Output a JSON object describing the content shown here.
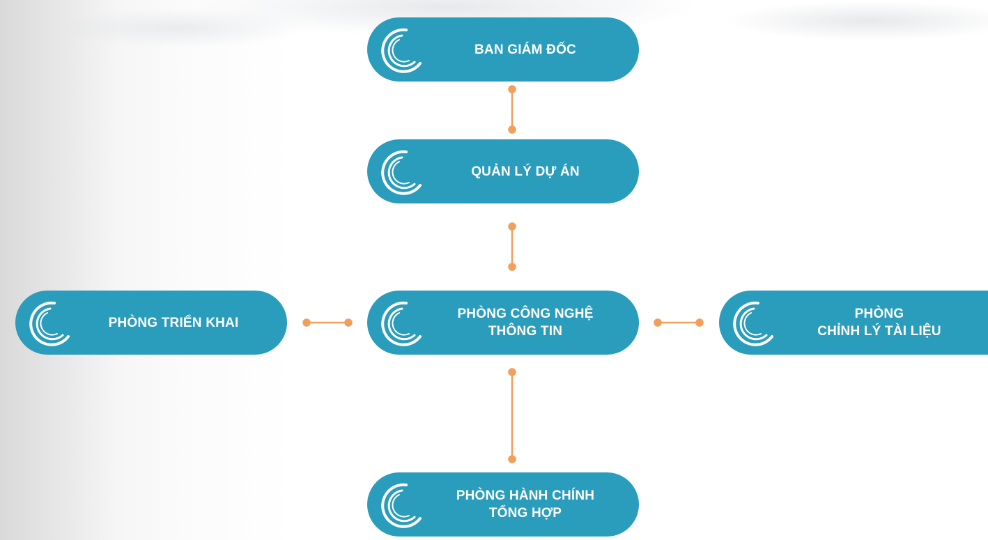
{
  "colors": {
    "box_fill": "#2a9cbc",
    "box_text": "#ffffff",
    "connector": "#f0a05a"
  },
  "icon": "swirl-icon",
  "nodes": {
    "ban_giam_doc": {
      "lines": [
        "BAN GIÁM ĐỐC"
      ]
    },
    "quan_ly_du_an": {
      "lines": [
        "QUẢN LÝ DỰ ÁN"
      ]
    },
    "phong_trien_khai": {
      "lines": [
        "PHÒNG TRIỂN KHAI"
      ]
    },
    "phong_cntt": {
      "lines": [
        "PHÒNG CÔNG NGHỆ",
        "THÔNG TIN"
      ]
    },
    "phong_chinh_ly": {
      "lines": [
        "PHÒNG",
        "CHỈNH LÝ TÀI LIỆU"
      ]
    },
    "phong_hanh_chinh": {
      "lines": [
        "PHÒNG HÀNH CHÍNH",
        "TỔNG HỢP"
      ]
    }
  }
}
